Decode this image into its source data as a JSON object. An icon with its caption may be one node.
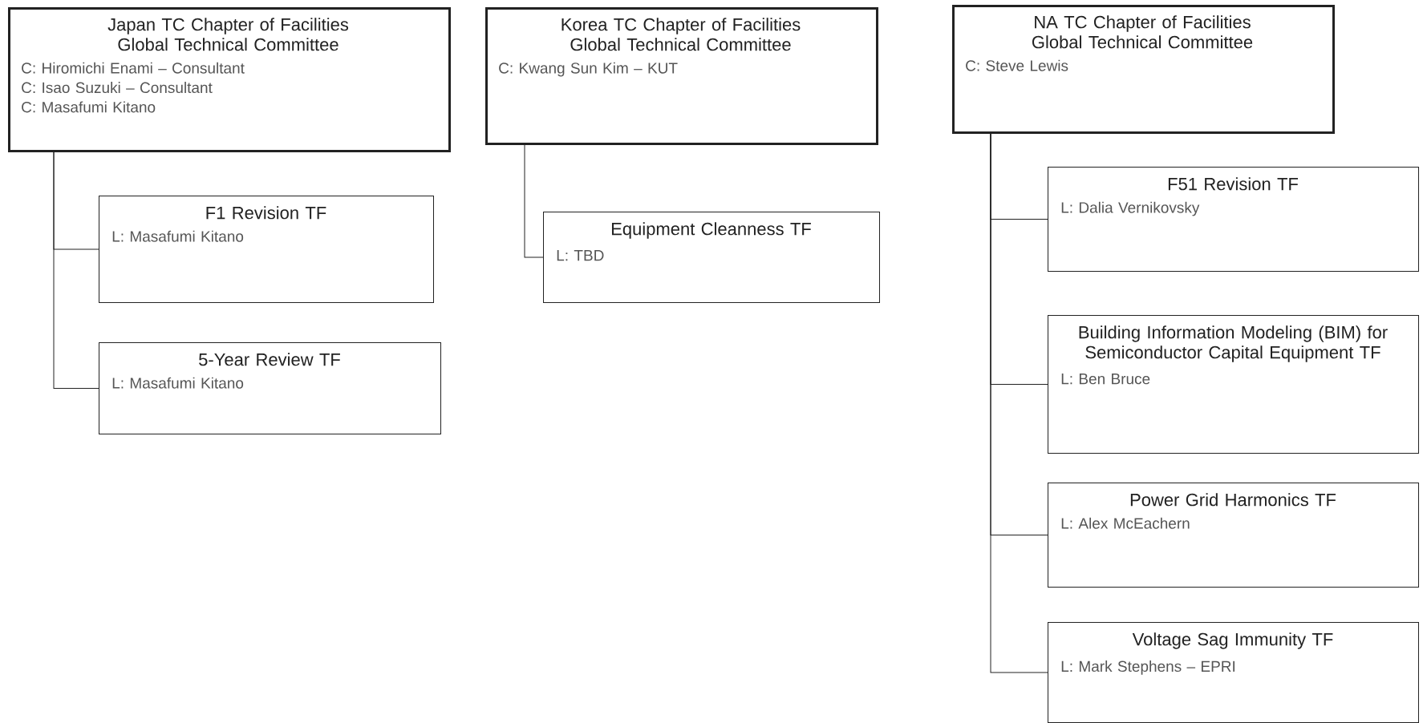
{
  "diagram": {
    "nodes": [
      {
        "text": [
          "Japan TC Chapter of Facilities Global Technical Committee",
          "C: Hiromichi Enami – Consultant",
          "C: Isao Suzuki – Consultant",
          "C: Masafumi Kitano"
        ]
      },
      {
        "text": [
          "F1 Revision TF",
          "L: Masafumi Kitano"
        ]
      },
      {
        "text": [
          "5-Year Review TF",
          "L: Masafumi Kitano"
        ]
      },
      {
        "text": [
          "Korea TC Chapter of Facilities Global Technical Committee",
          "C: Kwang Sun Kim – KUT"
        ]
      },
      {
        "text": [
          "Equipment Cleanness TF",
          "L: TBD"
        ]
      },
      {
        "text": [
          "NA TC Chapter of Facilities Global Technical Committee",
          "C: Steve Lewis"
        ]
      },
      {
        "text": [
          "F51 Revision TF",
          "L: Dalia Vernikovsky"
        ]
      },
      {
        "text": [
          "Building Information Modeling (BIM) for Semiconductor Capital Equipment TF",
          "L: Ben Bruce"
        ]
      },
      {
        "text": [
          "Power Grid Harmonics TF",
          "L: Alex McEachern"
        ]
      },
      {
        "text": [
          "Voltage Sag Immunity TF",
          "L: Mark Stephens – EPRI"
        ]
      }
    ],
    "edges": [
      {
        "from": 0,
        "to": 1,
        "arrow": "none"
      },
      {
        "from": 0,
        "to": 2,
        "arrow": "none"
      },
      {
        "from": 3,
        "to": 4,
        "arrow": "none"
      },
      {
        "from": 5,
        "to": 6,
        "arrow": "none"
      },
      {
        "from": 5,
        "to": 7,
        "arrow": "none"
      },
      {
        "from": 5,
        "to": 8,
        "arrow": "none"
      },
      {
        "from": 5,
        "to": 9,
        "arrow": "none"
      }
    ]
  }
}
